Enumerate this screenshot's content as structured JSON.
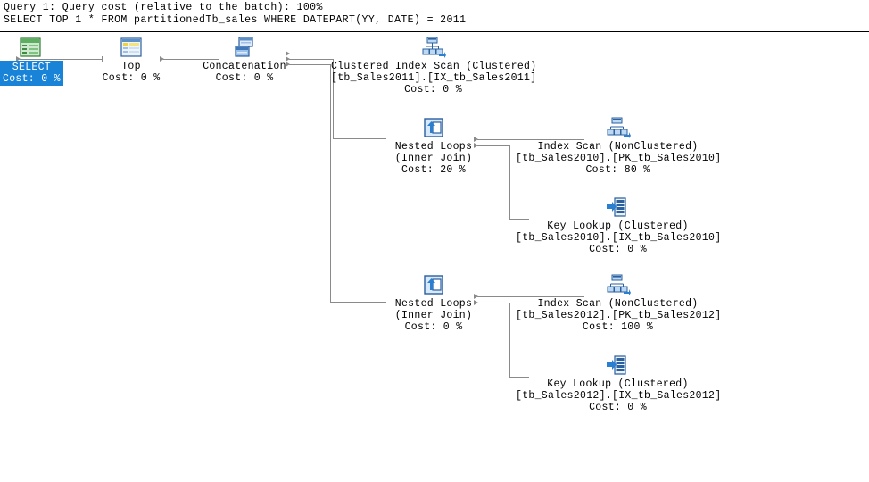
{
  "header": {
    "query_line": "Query 1: Query cost (relative to the batch): 100%",
    "sql_line": "SELECT TOP 1 * FROM partitionedTb_sales WHERE DATEPART(YY, DATE) = 2011"
  },
  "colors": {
    "selection_blue": "#1883d7",
    "connector_gray": "#8a8a8a",
    "rule_black": "#000000",
    "canvas_white": "#ffffff"
  },
  "plan": {
    "nodes": [
      {
        "id": "select",
        "icon": "result-grid-icon",
        "selected": true,
        "line1": "SELECT",
        "line2": "Cost: 0 %",
        "line3": ""
      },
      {
        "id": "top",
        "icon": "top-table-icon",
        "selected": false,
        "line1": "Top",
        "line2": "Cost: 0 %",
        "line3": ""
      },
      {
        "id": "concatenation",
        "icon": "concatenation-icon",
        "selected": false,
        "line1": "Concatenation",
        "line2": "Cost: 0 %",
        "line3": ""
      },
      {
        "id": "clustered-index-scan-2011",
        "icon": "index-scan-icon",
        "selected": false,
        "line1": "Clustered Index Scan (Clustered)",
        "line2": "[tb_Sales2011].[IX_tb_Sales2011]",
        "line3": "Cost: 0 %"
      },
      {
        "id": "nested-loops-1",
        "icon": "nested-loops-icon",
        "selected": false,
        "line1": "Nested Loops",
        "line2": "(Inner Join)",
        "line3": "Cost: 20 %"
      },
      {
        "id": "index-scan-2010",
        "icon": "index-scan-icon",
        "selected": false,
        "line1": "Index Scan (NonClustered)",
        "line2": "[tb_Sales2010].[PK_tb_Sales2010]",
        "line3": "Cost: 80 %"
      },
      {
        "id": "key-lookup-2010",
        "icon": "key-lookup-icon",
        "selected": false,
        "line1": "Key Lookup (Clustered)",
        "line2": "[tb_Sales2010].[IX_tb_Sales2010]",
        "line3": "Cost: 0 %"
      },
      {
        "id": "nested-loops-2",
        "icon": "nested-loops-icon",
        "selected": false,
        "line1": "Nested Loops",
        "line2": "(Inner Join)",
        "line3": "Cost: 0 %"
      },
      {
        "id": "index-scan-2012",
        "icon": "index-scan-icon",
        "selected": false,
        "line1": "Index Scan (NonClustered)",
        "line2": "[tb_Sales2012].[PK_tb_Sales2012]",
        "line3": "Cost: 100 %"
      },
      {
        "id": "key-lookup-2012",
        "icon": "key-lookup-icon",
        "selected": false,
        "line1": "Key Lookup (Clustered)",
        "line2": "[tb_Sales2012].[IX_tb_Sales2012]",
        "line3": "Cost: 0 %"
      }
    ]
  }
}
